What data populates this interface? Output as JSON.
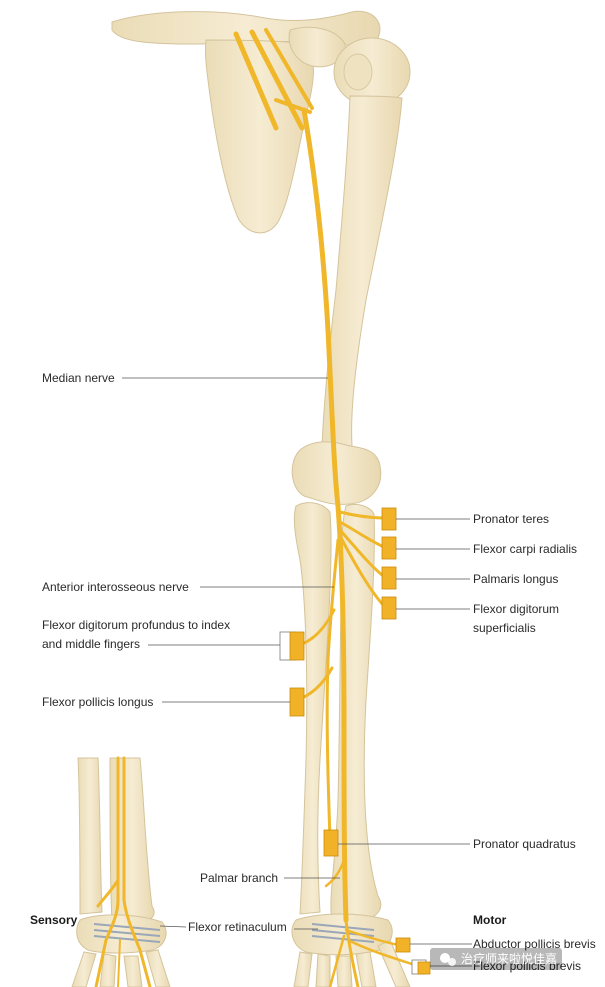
{
  "labels": {
    "median_nerve": "Median nerve",
    "anterior_interosseous": "Anterior interosseous nerve",
    "fdp_line1": "Flexor digitorum profundus to index",
    "fdp_line2": "and middle fingers",
    "fpl": "Flexor pollicis longus",
    "palmar_branch": "Palmar branch",
    "flexor_retinaculum": "Flexor retinaculum",
    "sensory": "Sensory",
    "motor": "Motor",
    "pronator_teres": "Pronator teres",
    "fcr": "Flexor carpi radialis",
    "palmaris_longus": "Palmaris longus",
    "fds_line1": "Flexor digitorum",
    "fds_line2": "superficialis",
    "pronator_quadratus": "Pronator quadratus",
    "apb": "Abductor pollicis brevis",
    "fpb": "Flexor pollicis brevis"
  },
  "watermark": {
    "text": "治疗师来啦悦佳嘉"
  },
  "colors": {
    "bone": "#f3e8cc",
    "bone_outline": "#d8c9a3",
    "bone_shade": "#e6d6ae",
    "nerve": "#f0b72a",
    "nerve_edge": "#d99a10",
    "muscle_box": "#f2b228",
    "leader": "#555555"
  }
}
